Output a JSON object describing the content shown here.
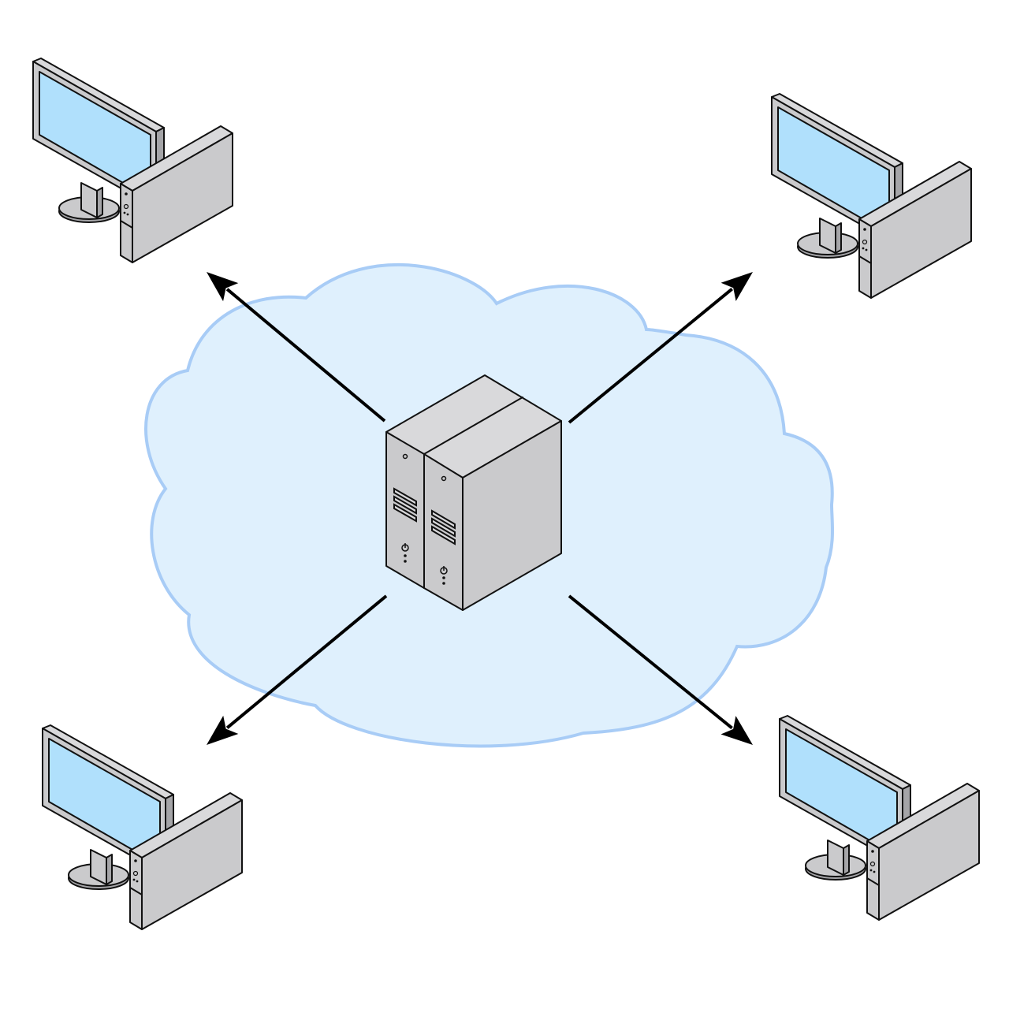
{
  "diagram": {
    "type": "network-topology",
    "layout": "hub-and-spoke",
    "hub": {
      "kind": "server",
      "icon": "server-icon",
      "units": 2
    },
    "network": {
      "kind": "cloud",
      "icon": "cloud-icon"
    },
    "clients": [
      {
        "id": "client-top-left",
        "kind": "desktop-computer",
        "icon": "desktop-computer-icon"
      },
      {
        "id": "client-top-right",
        "kind": "desktop-computer",
        "icon": "desktop-computer-icon"
      },
      {
        "id": "client-bottom-left",
        "kind": "desktop-computer",
        "icon": "desktop-computer-icon"
      },
      {
        "id": "client-bottom-right",
        "kind": "desktop-computer",
        "icon": "desktop-computer-icon"
      }
    ],
    "links": [
      {
        "from": "server",
        "to": "client-top-left",
        "direction": "outbound"
      },
      {
        "from": "server",
        "to": "client-top-right",
        "direction": "outbound"
      },
      {
        "from": "server",
        "to": "client-bottom-left",
        "direction": "outbound"
      },
      {
        "from": "server",
        "to": "client-bottom-right",
        "direction": "outbound"
      }
    ],
    "colors": {
      "cloud_fill": "#dff0fd",
      "cloud_stroke": "#a8ccf6",
      "screen": "#b0e0fc",
      "device_face": "#cacacc",
      "device_light": "#d9d9db",
      "device_dark": "#a5a5a8",
      "arrow": "#000000"
    }
  }
}
